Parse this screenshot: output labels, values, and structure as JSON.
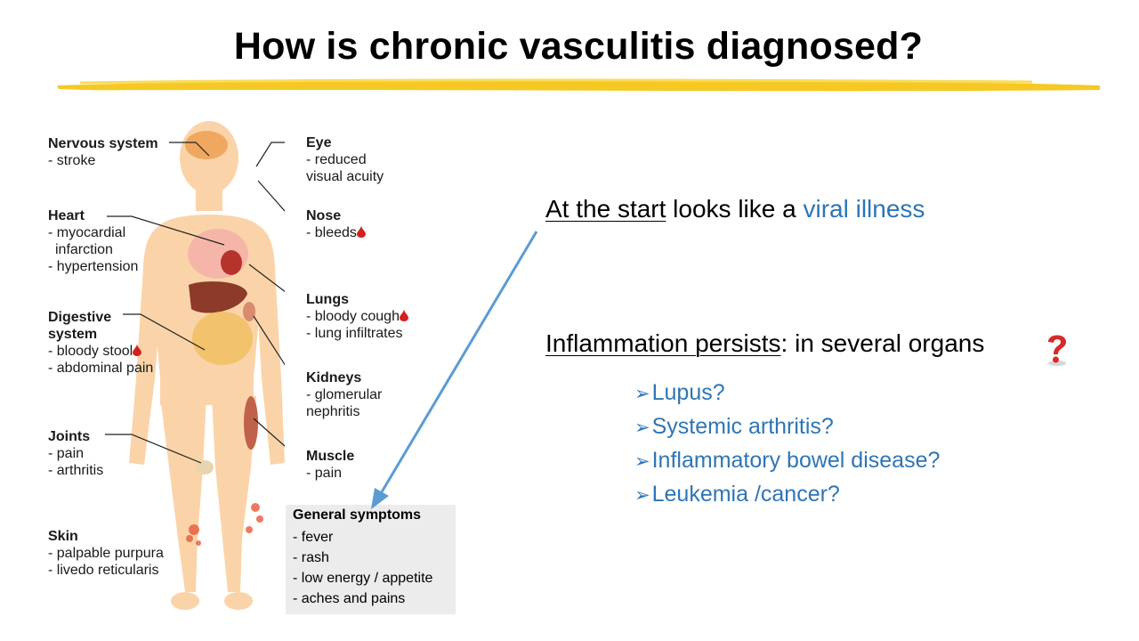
{
  "title": "How is chronic vasculitis diagnosed?",
  "colors": {
    "accent_blue": "#2e75b6",
    "highlight_yellow": "#f5c518",
    "body_skin": "#fad4a8"
  },
  "labels": {
    "nervous": {
      "heading": "Nervous system",
      "lines": [
        "- stroke"
      ]
    },
    "heart": {
      "heading": "Heart",
      "lines": [
        "- myocardial",
        "  infarction",
        "- hypertension"
      ]
    },
    "digestive": {
      "heading": "Digestive",
      "heading2": "system",
      "lines": [
        "- bloody stool",
        "- abdominal pain"
      ]
    },
    "joints": {
      "heading": "Joints",
      "lines": [
        "- pain",
        "- arthritis"
      ]
    },
    "skin": {
      "heading": "Skin",
      "lines": [
        "- palpable purpura",
        "- livedo reticularis"
      ]
    },
    "eye": {
      "heading": "Eye",
      "lines": [
        "- reduced",
        "visual acuity"
      ]
    },
    "nose": {
      "heading": "Nose",
      "lines": [
        "- bleeds"
      ]
    },
    "lungs": {
      "heading": "Lungs",
      "lines": [
        "- bloody cough",
        "- lung infiltrates"
      ]
    },
    "kidneys": {
      "heading": "Kidneys",
      "lines": [
        "- glomerular",
        "nephritis"
      ]
    },
    "muscle": {
      "heading": "Muscle",
      "lines": [
        "- pain"
      ]
    }
  },
  "general_symptoms": {
    "heading": "General symptoms",
    "items": [
      "- fever",
      "- rash",
      "- low energy / appetite",
      "- aches and pains"
    ]
  },
  "statement1": {
    "underlined": "At the start",
    "middle": " looks like a ",
    "highlight": "viral illness"
  },
  "statement2": {
    "underlined": "Inflammation persists",
    "rest": ": in several organs"
  },
  "bullets": [
    "Lupus?",
    "Systemic arthritis?",
    "Inflammatory bowel disease?",
    "Leukemia /cancer?"
  ],
  "icons": {
    "blood_drop": "blood-drop-icon",
    "question": "red-question-mark-icon",
    "bullet": "arrow-bullet-icon"
  }
}
